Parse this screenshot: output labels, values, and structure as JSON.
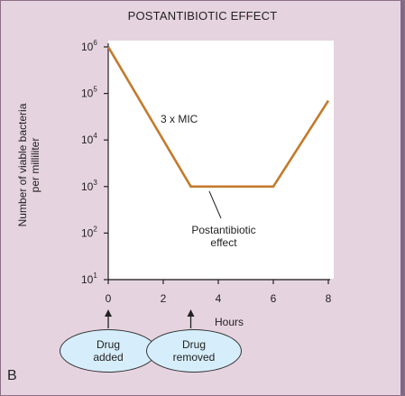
{
  "chart_data": {
    "type": "line",
    "title": "POSTANTIBIOTIC EFFECT",
    "panel": "B",
    "xlabel": "Hours",
    "ylabel": "Number of viable bacteria\nper milliliter",
    "x_ticks": [
      "0",
      "2",
      "4",
      "6",
      "8"
    ],
    "y_ticks": [
      {
        "base": "10",
        "exp": "1"
      },
      {
        "base": "10",
        "exp": "2"
      },
      {
        "base": "10",
        "exp": "3"
      },
      {
        "base": "10",
        "exp": "4"
      },
      {
        "base": "10",
        "exp": "5"
      },
      {
        "base": "10",
        "exp": "6"
      }
    ],
    "xlim": [
      0,
      8
    ],
    "ylim_log10": [
      1,
      6
    ],
    "y_scale": "log",
    "series": [
      {
        "x": [
          0,
          3,
          6,
          8
        ],
        "y": [
          1000000,
          1000,
          1000,
          70000
        ],
        "color": "#c47a2c"
      }
    ],
    "annotations": {
      "curve_label": "3 x MIC",
      "pae_label": "Postantibiotic\neffect",
      "drug_added": "Drug\nadded",
      "drug_removed": "Drug\nremoved"
    }
  }
}
